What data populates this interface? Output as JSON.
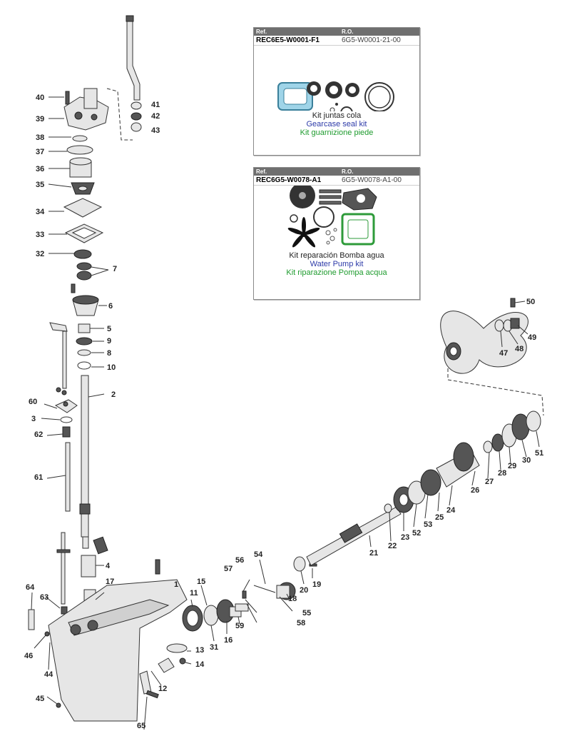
{
  "kits": [
    {
      "header_ref": "Ref.",
      "header_ro": "R.O.",
      "ref": "REC6E5-W0001-F1",
      "ro": "6G5-W0001-21-00",
      "caption_es": "Kit juntas cola",
      "caption_en": "Gearcase seal kit",
      "caption_it": "Kit guarnizione piede",
      "image_icon": "seal-kit-icon"
    },
    {
      "header_ref": "Ref.",
      "header_ro": "R.O.",
      "ref": "REC6G5-W0078-A1",
      "ro": "6G5-W0078-A1-00",
      "caption_es": "Kit reparación Bomba agua",
      "caption_en": "Water Pump kit",
      "caption_it": "Kit riparazione Pompa acqua",
      "image_icon": "water-pump-kit-icon"
    }
  ],
  "callouts": [
    "1",
    "2",
    "3",
    "4",
    "5",
    "6",
    "7",
    "8",
    "9",
    "10",
    "11",
    "12",
    "13",
    "14",
    "15",
    "16",
    "17",
    "18",
    "19",
    "20",
    "21",
    "22",
    "23",
    "24",
    "25",
    "26",
    "27",
    "28",
    "29",
    "30",
    "31",
    "32",
    "33",
    "34",
    "35",
    "36",
    "37",
    "38",
    "39",
    "40",
    "41",
    "42",
    "43",
    "44",
    "45",
    "46",
    "47",
    "48",
    "49",
    "50",
    "51",
    "52",
    "53",
    "54",
    "55",
    "56",
    "57",
    "58",
    "59",
    "60",
    "61",
    "62",
    "63",
    "64",
    "65"
  ],
  "colors": {
    "header_bg": "#6f6f6f",
    "caption_en": "#2c3aa8",
    "caption_it": "#1e9b2e",
    "line": "#333333"
  }
}
